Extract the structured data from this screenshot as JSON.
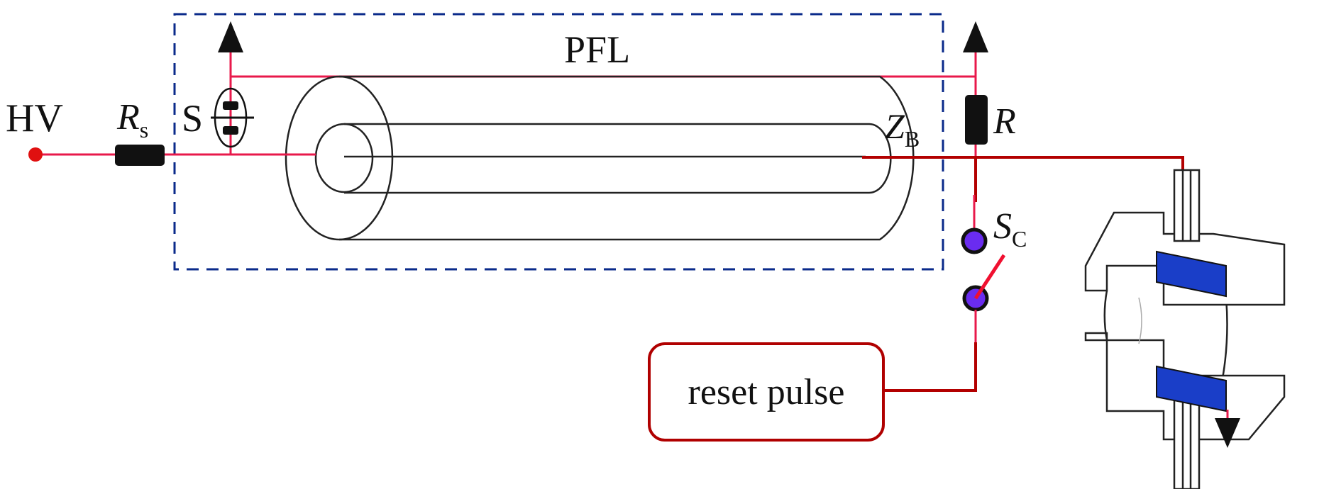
{
  "diagram": {
    "labels": {
      "hv": "HV",
      "rs_main": "R",
      "rs_sub": "s",
      "switch_s": "S",
      "pfl": "PFL",
      "zb_main": "Z",
      "zb_sub": "B",
      "r": "R",
      "sc_main": "S",
      "sc_sub": "C",
      "reset_pulse": "reset pulse"
    },
    "colors": {
      "wire_pink": "#e8194b",
      "wire_dark_red": "#b30000",
      "box_dashed": "#0a2a8a",
      "component_black": "#111111",
      "switch_contact": "#6a2cf0",
      "hv_terminal": "#e01010",
      "magnet_blue": "#1a3ec8",
      "reset_box_border": "#b00000"
    }
  }
}
